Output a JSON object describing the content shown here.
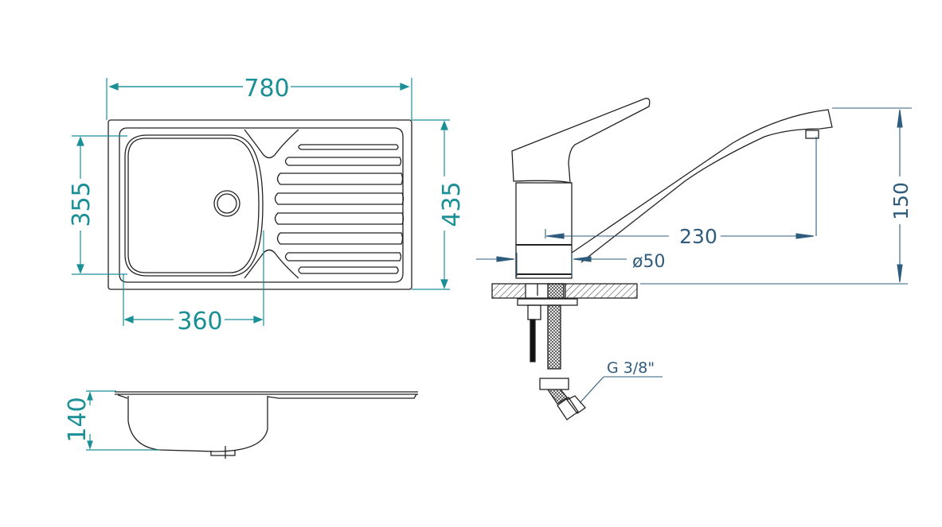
{
  "colors": {
    "sink_dimension": "#1b8f96",
    "faucet_dimension": "#2f5c7d",
    "outline": "#222222"
  },
  "sink_top_view": {
    "overall_width": "780",
    "overall_depth": "435",
    "bowl_depth": "355",
    "bowl_width": "360"
  },
  "sink_side_view": {
    "bowl_height": "140"
  },
  "faucet": {
    "spout_reach": "230",
    "base_diameter": "ø50",
    "height": "150",
    "connection_thread": "G 3/8\""
  }
}
